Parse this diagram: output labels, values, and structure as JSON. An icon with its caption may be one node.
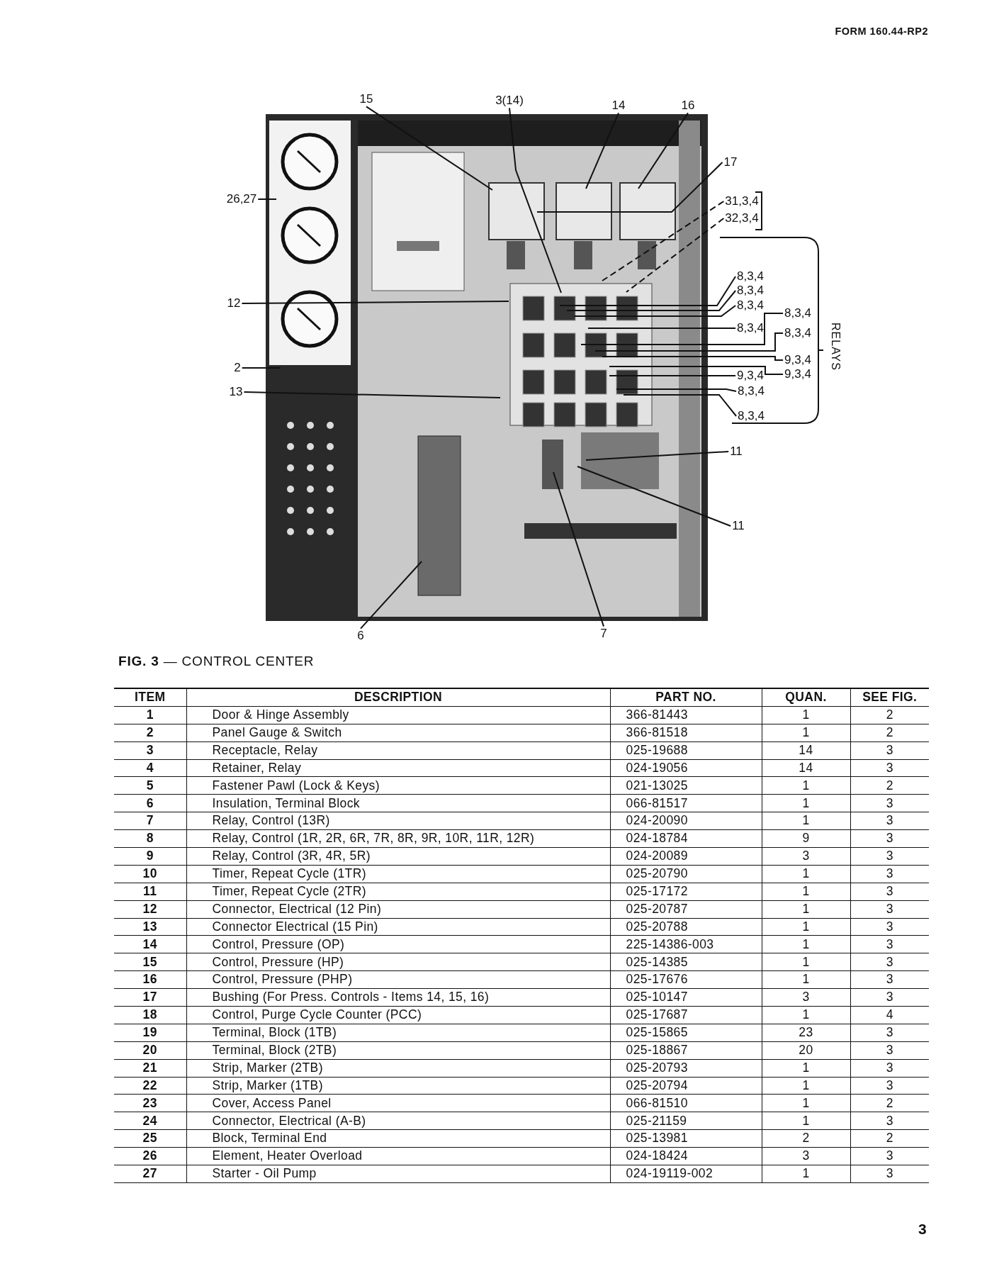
{
  "diagram": {
    "caption": "**FIG. 3** — CONTROL CENTER",
    "nodes": [
      {
        "text": [
          "15"
        ]
      },
      {
        "text": [
          "3(14)"
        ]
      },
      {
        "text": [
          "14"
        ]
      },
      {
        "text": [
          "16"
        ]
      },
      {
        "text": [
          "17"
        ]
      },
      {
        "text": [
          "26,27"
        ]
      },
      {
        "text": [
          "31,3,4"
        ]
      },
      {
        "text": [
          "32,3,4"
        ]
      },
      {
        "text": [
          "8,3,4"
        ]
      },
      {
        "text": [
          "8,3,4"
        ]
      },
      {
        "text": [
          "12"
        ]
      },
      {
        "text": [
          "8,3,4"
        ]
      },
      {
        "text": [
          "8,3,4"
        ]
      },
      {
        "text": [
          "8,3,4"
        ]
      },
      {
        "text": [
          "8,3,4"
        ]
      },
      {
        "text": [
          "9,3,4"
        ]
      },
      {
        "text": [
          "2"
        ]
      },
      {
        "text": [
          "9,3,4"
        ]
      },
      {
        "text": [
          "9,3,4"
        ]
      },
      {
        "text": [
          "8,3,4"
        ]
      },
      {
        "text": [
          "13"
        ]
      },
      {
        "text": [
          "8,3,4"
        ]
      },
      {
        "text": [
          "11"
        ]
      },
      {
        "text": [
          "11"
        ]
      },
      {
        "text": [
          "6"
        ]
      },
      {
        "text": [
          "7"
        ]
      }
    ],
    "edges": [
      {
        "from": 0,
        "to": null,
        "arrow": "none"
      },
      {
        "from": 1,
        "to": null,
        "arrow": "none"
      },
      {
        "from": 2,
        "to": null,
        "arrow": "none"
      },
      {
        "from": 3,
        "to": null,
        "arrow": "none"
      },
      {
        "from": 4,
        "to": null,
        "arrow": "none"
      },
      {
        "from": 5,
        "to": null,
        "arrow": "none"
      },
      {
        "from": 6,
        "to": null,
        "arrow": "none",
        "style": "dashed"
      },
      {
        "from": 7,
        "to": null,
        "arrow": "none",
        "style": "dashed"
      },
      {
        "from": 8,
        "to": null,
        "arrow": "none"
      },
      {
        "from": 9,
        "to": null,
        "arrow": "none"
      },
      {
        "from": 10,
        "to": null,
        "arrow": "none"
      },
      {
        "from": 11,
        "to": null,
        "arrow": "none"
      },
      {
        "from": 12,
        "to": null,
        "arrow": "none"
      },
      {
        "from": 13,
        "to": null,
        "arrow": "none"
      },
      {
        "from": 14,
        "to": null,
        "arrow": "none"
      },
      {
        "from": 15,
        "to": null,
        "arrow": "none"
      },
      {
        "from": 16,
        "to": null,
        "arrow": "none"
      },
      {
        "from": 17,
        "to": null,
        "arrow": "none"
      },
      {
        "from": 18,
        "to": null,
        "arrow": "none"
      },
      {
        "from": 19,
        "to": null,
        "arrow": "none"
      },
      {
        "from": 20,
        "to": null,
        "arrow": "none"
      },
      {
        "from": 21,
        "to": null,
        "arrow": "none"
      },
      {
        "from": 22,
        "to": null,
        "arrow": "none"
      },
      {
        "from": 23,
        "to": null,
        "arrow": "none"
      },
      {
        "from": 24,
        "to": null,
        "arrow": "none"
      },
      {
        "from": 25,
        "to": null,
        "arrow": "none"
      }
    ],
    "labels": [
      "FORM 160.44-RP2",
      "RELAYS",
      "ITEM",
      "DESCRIPTION",
      "PART NO.",
      "QUAN.",
      "SEE FIG.",
      "1",
      "Door & Hinge Assembly",
      "366-81443",
      "1",
      "2",
      "2",
      "Panel Gauge & Switch",
      "366-81518",
      "1",
      "2",
      "3",
      "Receptacle, Relay",
      "025-19688",
      "14",
      "3",
      "4",
      "Retainer, Relay",
      "024-19056",
      "14",
      "3",
      "5",
      "Fastener Pawl (Lock & Keys)",
      "021-13025",
      "1",
      "2",
      "6",
      "Insulation, Terminal Block",
      "066-81517",
      "1",
      "3",
      "7",
      "Relay, Control (13R)",
      "024-20090",
      "1",
      "3",
      "8",
      "Relay, Control (1R, 2R, 6R, 7R, 8R, 9R, 10R, 11R, 12R)",
      "024-18784",
      "9",
      "3",
      "9",
      "Relay, Control (3R, 4R, 5R)",
      "024-20089",
      "3",
      "3",
      "10",
      "Timer, Repeat Cycle (1TR)",
      "025-20790",
      "1",
      "3",
      "11",
      "Timer, Repeat Cycle (2TR)",
      "025-17172",
      "1",
      "3",
      "12",
      "Connector, Electrical (12 Pin)",
      "025-20787",
      "1",
      "3",
      "13",
      "Connector Electrical (15 Pin)",
      "025-20788",
      "1",
      "3",
      "14",
      "Control, Pressure (OP)",
      "225-14386-003",
      "1",
      "3",
      "15",
      "Control, Pressure (HP)",
      "025-14385",
      "1",
      "3",
      "16",
      "Control, Pressure (PHP)",
      "025-17676",
      "1",
      "3",
      "17",
      "Bushing (For Press. Controls - Items 14, 15, 16)",
      "025-10147",
      "3",
      "3",
      "18",
      "Control, Purge Cycle Counter (PCC)",
      "025-17687",
      "1",
      "4",
      "19",
      "Terminal, Block (1TB)",
      "025-15865",
      "23",
      "3",
      "20",
      "Terminal, Block (2TB)",
      "025-18867",
      "20",
      "3",
      "21",
      "Strip, Marker (2TB)",
      "025-20793",
      "1",
      "3",
      "22",
      "Strip, Marker (1TB)",
      "025-20794",
      "1",
      "3",
      "23",
      "Cover, Access Panel",
      "066-81510",
      "1",
      "2",
      "24",
      "Connector, Electrical (A-B)",
      "025-21159",
      "1",
      "3",
      "25",
      "Block, Terminal End",
      "025-13981",
      "2",
      "2",
      "26",
      "Element, Heater Overload",
      "024-18424",
      "3",
      "3",
      "27",
      "Starter - Oil Pump",
      "024-19119-002",
      "1",
      "3",
      "3"
    ]
  }
}
